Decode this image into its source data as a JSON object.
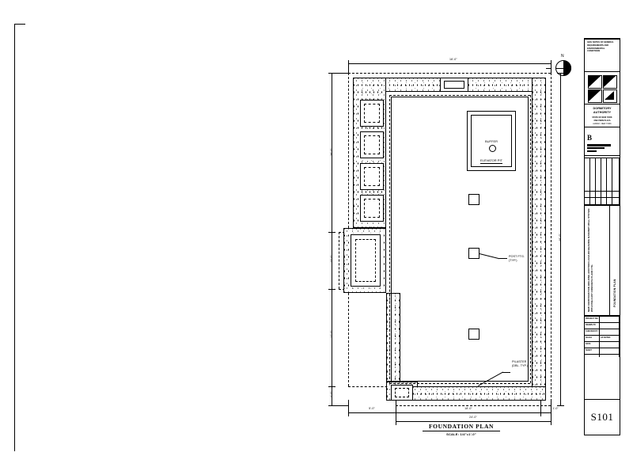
{
  "sheet": {
    "number": "S101",
    "drawing_type": "architectural-foundation-plan"
  },
  "plan": {
    "title": "FOUNDATION PLAN",
    "scale": "SCALE: 1/4\"=1'-0\"",
    "north_label": "N"
  },
  "annotations": [
    {
      "id": "post-ftg",
      "line1": "POST FTG.",
      "line2": "(TYP.)"
    },
    {
      "id": "pilaster",
      "line1": "PILASTER",
      "line2": "(DBL. TYP.)"
    }
  ],
  "elevator": {
    "buffer_label": "BUFFER",
    "pit_label": "ELEVATOR PIT"
  },
  "dimensions": {
    "top": [
      {
        "value": "16'-0\""
      }
    ],
    "left": [
      {
        "value": "36'-0\""
      },
      {
        "value": "13'-0\""
      },
      {
        "value": "12'-0\""
      },
      {
        "value": "4'-0\""
      }
    ],
    "right": [
      {
        "value": "46'-0\""
      }
    ],
    "bottom_upper": [
      {
        "value": "5'-0\""
      },
      {
        "value": "18'-0\""
      },
      {
        "value": "1'-0\""
      }
    ],
    "bottom_total": [
      {
        "value": "24'-0\""
      }
    ]
  },
  "title_block": {
    "general_notes_heading": "GEN. NOTES OF GENERAL REQUIREMENTS AND ENVIRONMENTAL CONDITIONS",
    "authority_name": "DORMITORY AUTHORITY",
    "authority_sub1": "STATE OF NEW YORK",
    "authority_sub2": "ONE PENN PLAZA",
    "authority_sub3": "ALBANY, NEW YORK",
    "stamp_letter": "B",
    "project_title": "NEW CONSTRUCTION BUILDING ADDITION LOAD-ON BEARING MASONRY WALL SYSTEM WITH PRE-CAST CONCRETE PLANK FTG.",
    "drawing_title": "FOUNDATION PLAN",
    "info_rows": [
      {
        "label": "PROJECT NO.",
        "value": ""
      },
      {
        "label": "DRAWN BY",
        "value": ""
      },
      {
        "label": "CHECKED BY",
        "value": ""
      },
      {
        "label": "SCALE",
        "value": "AS NOTED"
      },
      {
        "label": "DATE",
        "value": ""
      },
      {
        "label": "SHEET",
        "value": ""
      }
    ]
  },
  "colors": {
    "ink": "#000000",
    "paper": "#ffffff"
  }
}
